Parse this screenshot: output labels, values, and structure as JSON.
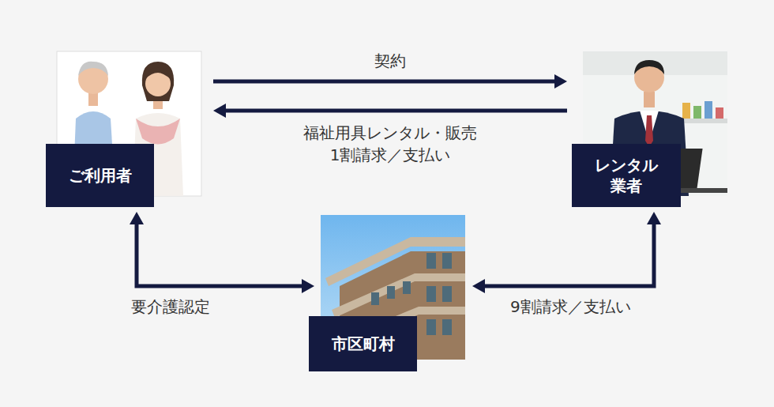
{
  "diagram": {
    "nodes": [
      {
        "text": [
          "ご利用者"
        ]
      },
      {
        "text": [
          "レンタル 業者"
        ]
      },
      {
        "text": [
          "市区町村"
        ]
      }
    ],
    "edges": [
      {
        "from": 0,
        "to": 1,
        "arrow": "to",
        "label": "契約"
      },
      {
        "from": 1,
        "to": 0,
        "arrow": "to",
        "label": "福祉用具レンタル・販売 1割請求／支払い"
      },
      {
        "from": 0,
        "to": 2,
        "arrow": "both",
        "label": "要介護認定"
      },
      {
        "from": 2,
        "to": 1,
        "arrow": "both",
        "label": "9割請求／支払い"
      }
    ]
  }
}
